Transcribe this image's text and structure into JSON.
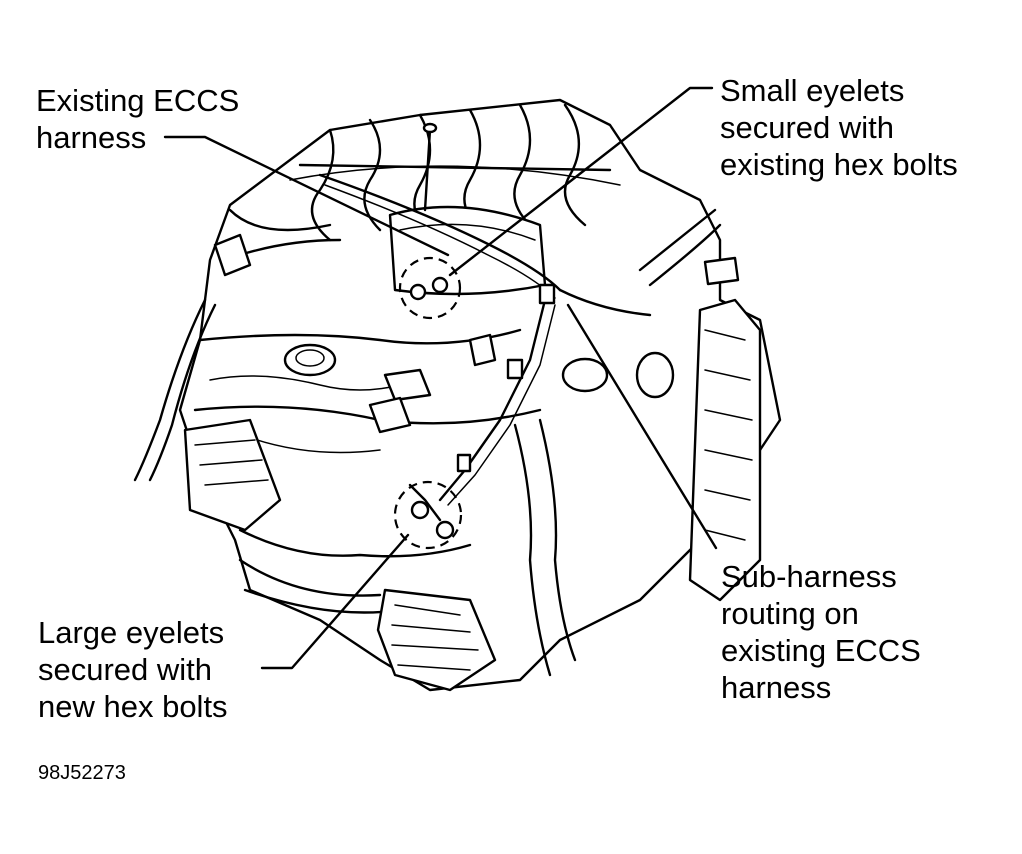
{
  "callouts": {
    "existing_eccs": [
      "Existing ECCS",
      "harness"
    ],
    "small_eyelets": [
      "Small eyelets",
      "secured with",
      "existing hex bolts"
    ],
    "large_eyelets": [
      "Large eyelets",
      "secured with",
      "new hex bolts"
    ],
    "sub_harness": [
      "Sub-harness",
      "routing on",
      "existing ECCS",
      "harness"
    ]
  },
  "figure_code": "98J52273",
  "colors": {
    "ink": "#000000",
    "paper": "#ffffff"
  }
}
